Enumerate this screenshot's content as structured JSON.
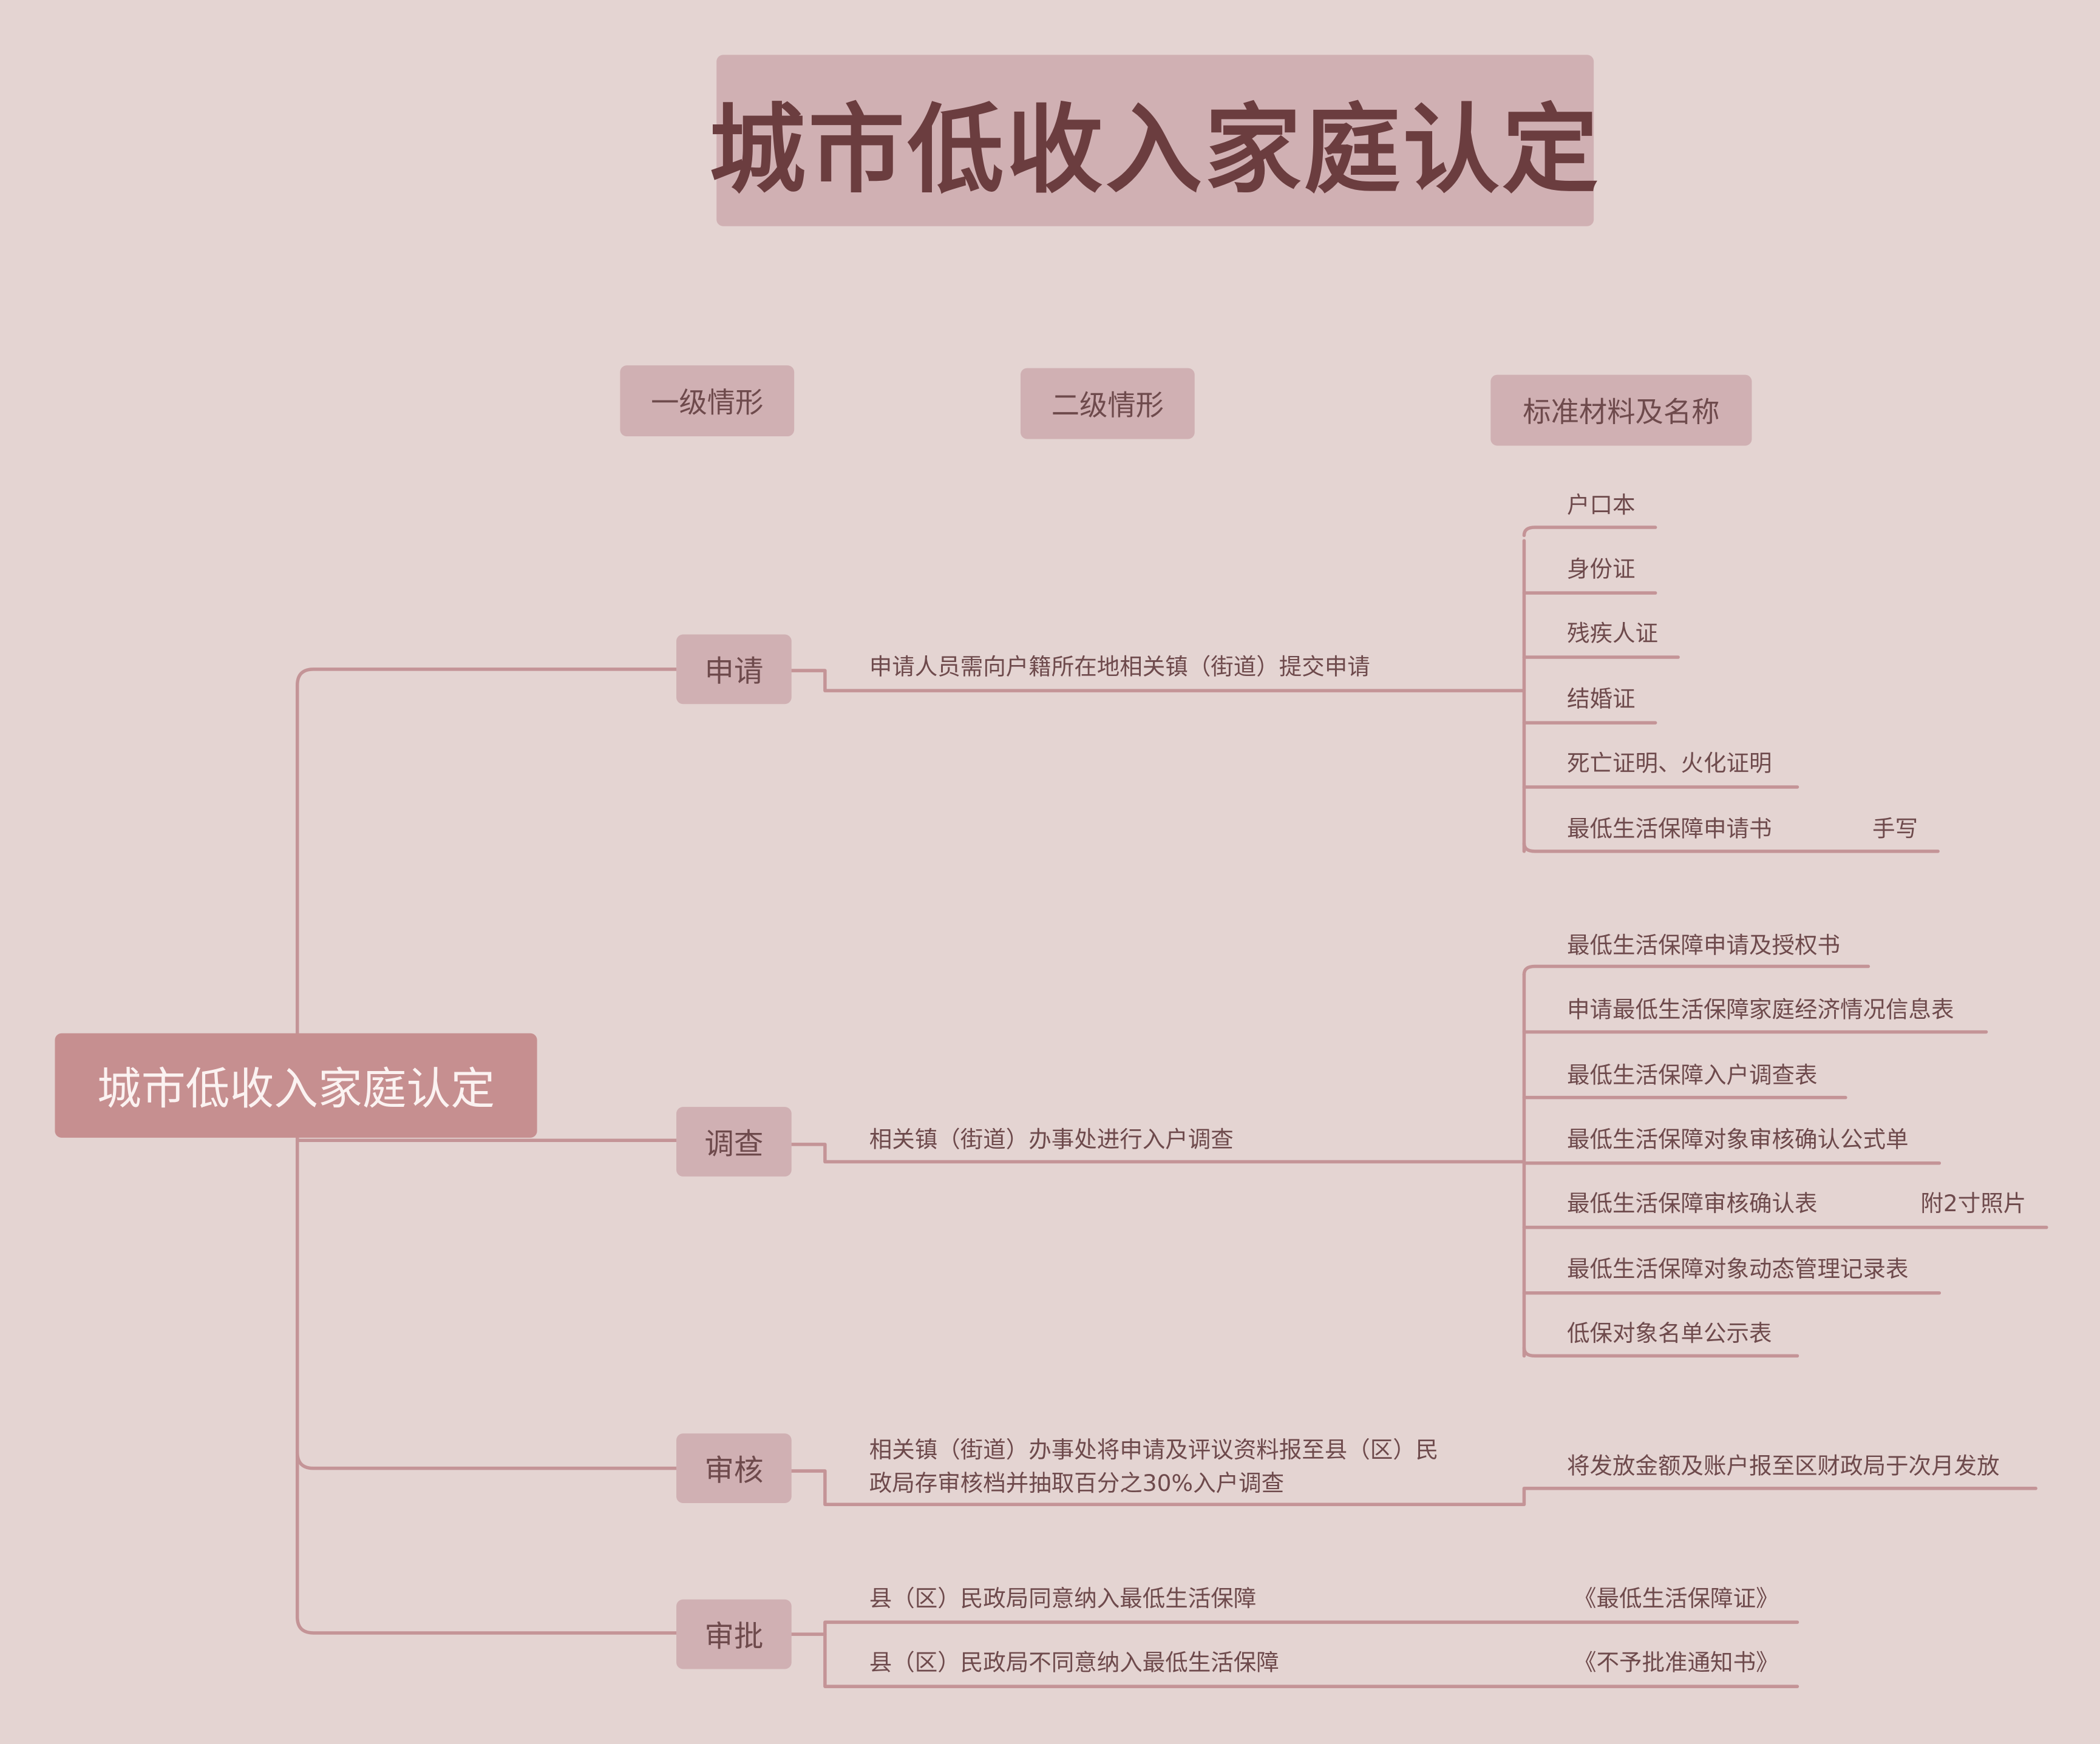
{
  "title": "城市低收入家庭认定",
  "headers": [
    "一级情形",
    "二级情形",
    "标准材料及名称"
  ],
  "root": "城市低收入家庭认定",
  "branches": [
    {
      "label": "申请",
      "steps": [
        "申请人员需向户籍所在地相关镇（街道）提交申请"
      ],
      "materials": [
        "户口本",
        "身份证",
        "残疾人证",
        "结婚证",
        "死亡证明、火化证明",
        "最低生活保障申请书"
      ],
      "note": "手写"
    },
    {
      "label": "调查",
      "steps": [
        "相关镇（街道）办事处进行入户调查"
      ],
      "materials": [
        "最低生活保障申请及授权书",
        "申请最低生活保障家庭经济情况信息表",
        "最低生活保障入户调查表",
        "最低生活保障对象审核确认公式单",
        "最低生活保障审核确认表",
        "最低生活保障对象动态管理记录表",
        "低保对象名单公示表"
      ],
      "note": "附2寸照片"
    },
    {
      "label": "审核",
      "steps": [
        "相关镇（街道）办事处将申请及评议资料报至县（区）民",
        "政局存审核档并抽取百分之30%入户调查"
      ],
      "materials": [
        "将发放金额及账户报至区财政局于次月发放"
      ]
    },
    {
      "label": "审批",
      "steps": [
        "县（区）民政局同意纳入最低生活保障",
        "县（区）民政局不同意纳入最低生活保障"
      ],
      "results": [
        "《最低生活保障证》",
        "《不予批准通知书》"
      ]
    }
  ],
  "colors": {
    "background": "#e4d4d2",
    "node": "#d0b0b3",
    "root": "#c68f90",
    "line": "#c49497",
    "text": "#6e4a4c"
  }
}
